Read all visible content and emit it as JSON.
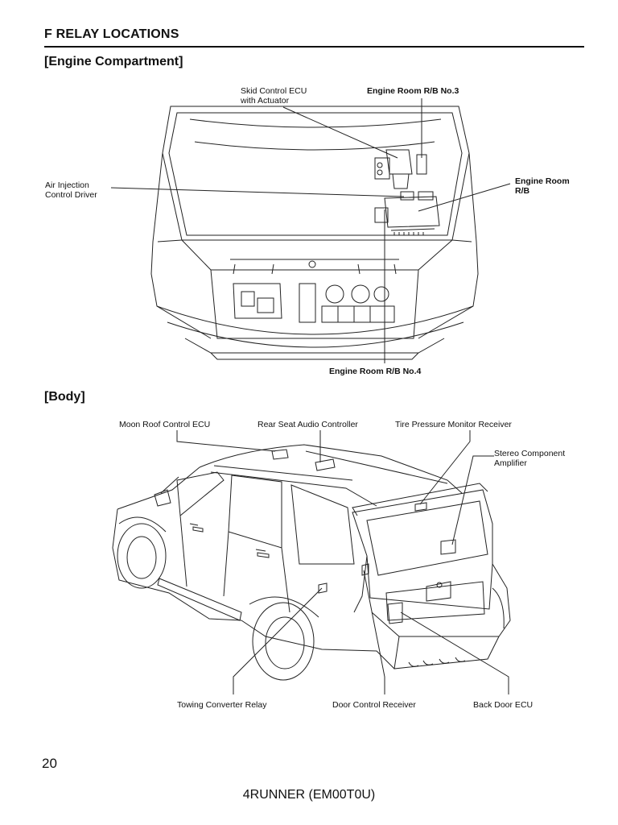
{
  "page": {
    "section_title": "F  RELAY LOCATIONS",
    "page_number": "20",
    "footer": "4RUNNER (EM00T0U)"
  },
  "engine": {
    "title": "[Engine Compartment]",
    "labels": {
      "skid_line1": "Skid Control ECU",
      "skid_line2": "with Actuator",
      "rb3": "Engine Room R/B No.3",
      "air_line1": "Air Injection",
      "air_line2": "Control Driver",
      "rb_line1": "Engine Room",
      "rb_line2": "R/B",
      "rb4": "Engine Room R/B No.4"
    }
  },
  "body": {
    "title": "[Body]",
    "labels": {
      "moon_roof": "Moon Roof Control ECU",
      "rear_seat": "Rear Seat Audio Controller",
      "tire_pressure": "Tire Pressure Monitor Receiver",
      "stereo_line1": "Stereo Component",
      "stereo_line2": "Amplifier",
      "towing": "Towing Converter Relay",
      "door_control": "Door Control Receiver",
      "back_door": "Back Door ECU"
    }
  }
}
